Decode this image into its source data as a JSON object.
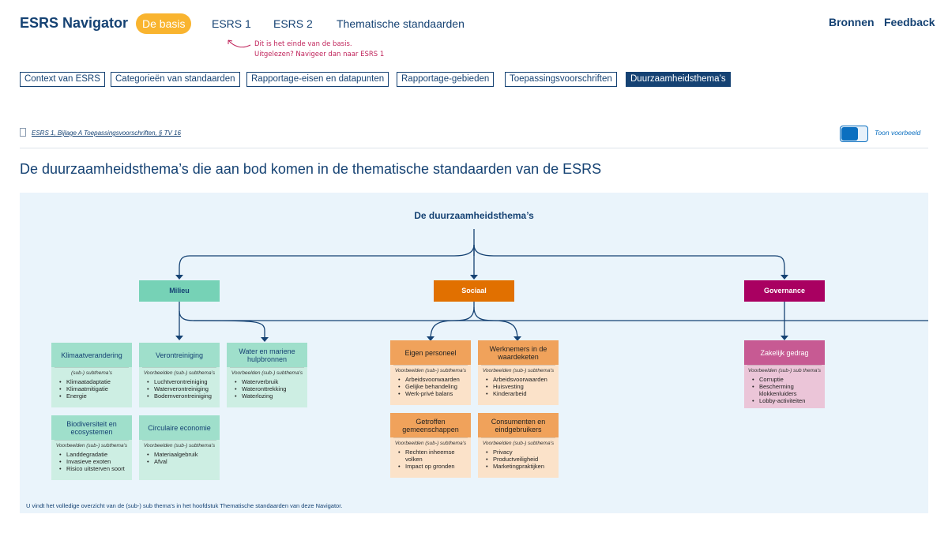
{
  "header": {
    "brand": "ESRS Navigator",
    "nav": {
      "basis": "De basis",
      "esrs1": "ESRS 1",
      "esrs2": "ESRS 2",
      "themes": "Thematische standaarden",
      "bronnen": "Bronnen",
      "feedback": "Feedback"
    },
    "hint_line1": "Dit is het einde van de basis.",
    "hint_line2": "Uitgelezen? Navigeer dan naar ESRS 1"
  },
  "tabs": [
    "Context van ESRS",
    "Categorieën van standaarden",
    "Rapportage-eisen en datapunten",
    "Rapportage-gebieden",
    "Toepassingsvoorschriften",
    "Duurzaamheidsthema’s"
  ],
  "reference": "ESRS 1, Bijlage A Toepassingsvoorschriften, § TV 16",
  "toggle_label": "Toon voorbeeld",
  "page_title": "De duurzaamheidsthema’s die aan bod komen in de thematische standaarden van de ESRS",
  "diagram": {
    "title": "De duurzaamheidsthema’s",
    "categories": {
      "milieu": "Milieu",
      "sociaal": "Sociaal",
      "governance": "Governance"
    },
    "cards": {
      "klimaat": {
        "title": "Klimaatverandering",
        "sub": "(sub-) subthema’s",
        "items": [
          "Klimaatadaptatie",
          "Klimaatmitigatie",
          "Energie"
        ]
      },
      "verontreiniging": {
        "title": "Verontreiniging",
        "sub": "Voorbeelden (sub-) subthema’s",
        "items": [
          "Luchtverontreiniging",
          "Waterverontreiniging",
          "Bodemverontreiniging"
        ]
      },
      "water": {
        "title": "Water en mariene hulpbronnen",
        "sub": "Voorbeelden (sub-) subthema’s",
        "items": [
          "Waterverbruik",
          "Wateronttrekking",
          "Waterlozing"
        ]
      },
      "biodiversiteit": {
        "title": "Biodiversiteit en ecosystemen",
        "sub": "Voorbeelden (sub-) subthema’s",
        "items": [
          "Landdegradatie",
          "Invasieve exoten",
          "Risico uitsterven soort"
        ]
      },
      "circulair": {
        "title": "Circulaire economie",
        "sub": "Voorbeelden (sub-) subthema’s",
        "items": [
          "Materiaalgebruik",
          "Afval"
        ]
      },
      "personeel": {
        "title": "Eigen personeel",
        "sub": "Voorbeelden (sub-) subthema’s",
        "items": [
          "Arbeidsvoorwaarden",
          "Gelijke behandeling",
          "Werk-privé balans"
        ]
      },
      "waardeketen": {
        "title": "Werknemers in de waardeketen",
        "sub": "Voorbeelden (sub-) subthema’s",
        "items": [
          "Arbeidsvoorwaarden",
          "Huisvesting",
          "Kinderarbeid"
        ]
      },
      "gemeenschappen": {
        "title": "Getroffen gemeenschappen",
        "sub": "Voorbeelden (sub-) subthema’s",
        "items": [
          "Rechten inheemse volken",
          "Impact op gronden"
        ]
      },
      "consumenten": {
        "title": "Consumenten en eindgebruikers",
        "sub": "Voorbeelden (sub-) subthema’s",
        "items": [
          "Privacy",
          "Productveiligheid",
          "Marketingpraktijken"
        ]
      },
      "zakelijk": {
        "title": "Zakelijk gedrag",
        "sub": "Voorbeelden (sub-) sub thema’s",
        "items": [
          "Corruptie",
          "Bescherming klokkenluiders",
          "Lobby-activiteiten"
        ]
      }
    },
    "footnote": "U vindt het volledige overzicht van de (sub-) sub thema’s in het hoofdstuk Thematische standaarden van deze Navigator."
  }
}
